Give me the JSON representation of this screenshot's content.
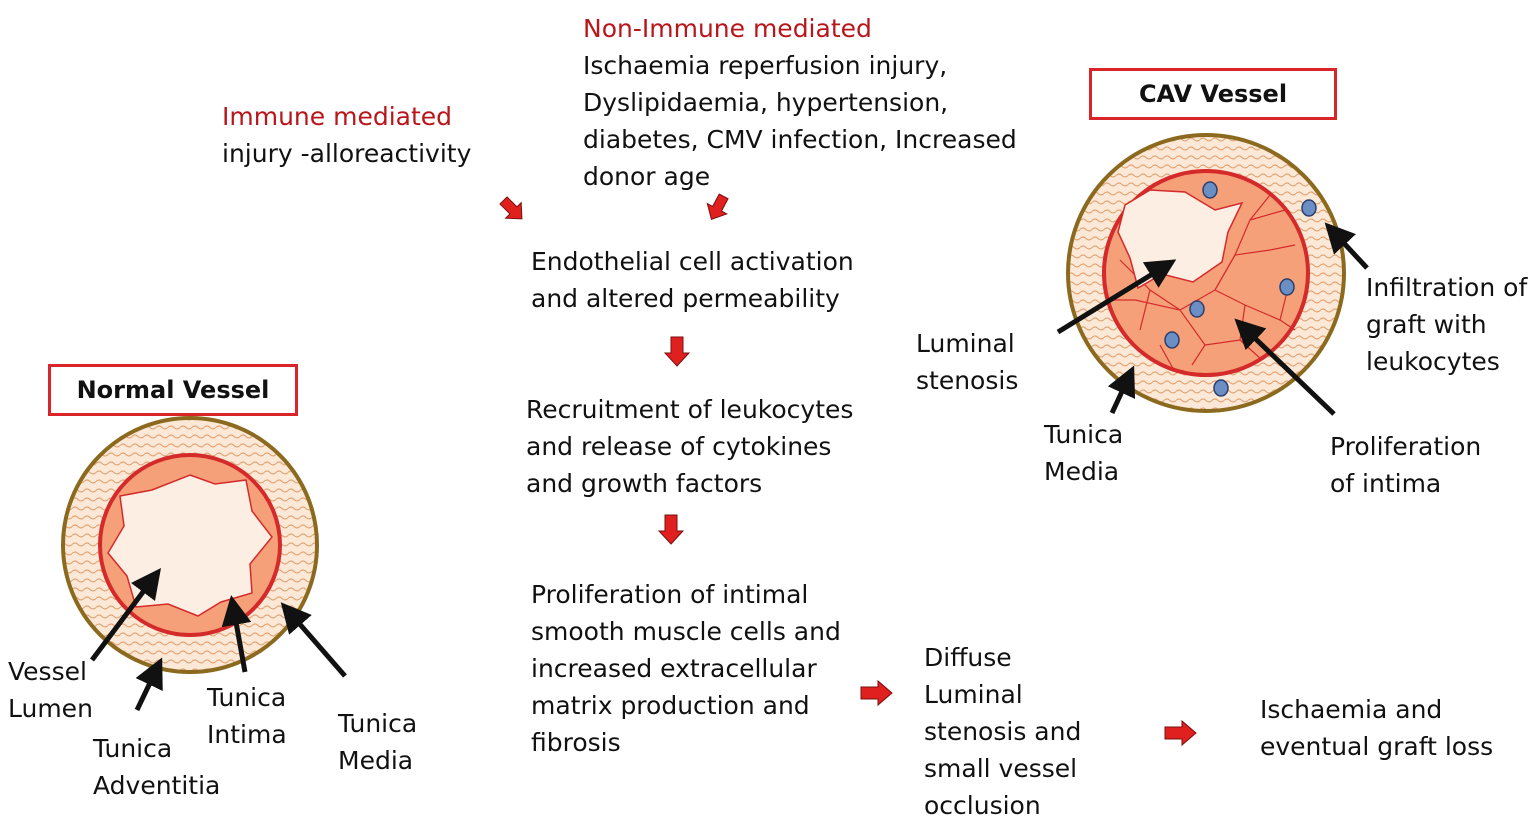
{
  "non_immune": {
    "heading": "Non-Immune mediated",
    "lines": [
      "Ischaemia reperfusion injury,",
      "Dyslipidaemia, hypertension,",
      "diabetes, CMV infection, Increased",
      "donor age"
    ]
  },
  "immune": {
    "heading": "Immune mediated",
    "lines": [
      "injury -alloreactivity"
    ]
  },
  "flow": {
    "step1": [
      "Endothelial cell activation",
      "and altered permeability"
    ],
    "step2": [
      "Recruitment of leukocytes",
      "and release of cytokines",
      "and growth factors"
    ],
    "step3": [
      "Proliferation of intimal",
      "smooth muscle cells and",
      "increased extracellular",
      "matrix production and",
      "fibrosis"
    ],
    "step4": [
      "Diffuse",
      "Luminal",
      "stenosis and",
      "small vessel",
      "occlusion"
    ],
    "step5": [
      "Ischaemia and",
      "eventual graft loss"
    ]
  },
  "normal_vessel": {
    "title": "Normal Vessel",
    "labels": {
      "lumen": [
        "Vessel",
        "Lumen"
      ],
      "adventitia": [
        "Tunica",
        "Adventitia"
      ],
      "intima": [
        "Tunica",
        "Intima"
      ],
      "media": [
        "Tunica",
        "Media"
      ]
    }
  },
  "cav_vessel": {
    "title": "CAV Vessel",
    "labels": {
      "stenosis": [
        "Luminal",
        "stenosis"
      ],
      "media": [
        "Tunica",
        "Media"
      ],
      "infiltration": [
        "Infiltration of",
        "graft with",
        "leukocytes"
      ],
      "proliferation": [
        "Proliferation",
        "of  intima"
      ]
    }
  },
  "colors": {
    "heading_red": "#b8161b",
    "arrow_red": "#e0201f",
    "adventitia": "#fbe7d4",
    "ring_brown": "#8b6a20",
    "intima_fill": "#f6a07a",
    "intima_line": "#d42a2a",
    "lumen_fill": "#fdeee4",
    "leukocyte": "#6b8fc4"
  }
}
